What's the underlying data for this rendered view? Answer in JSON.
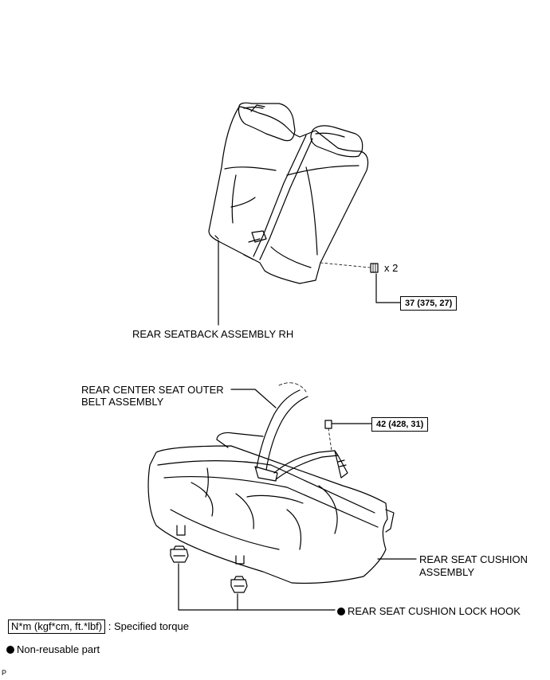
{
  "labels": {
    "rear_seatback": "REAR SEATBACK ASSEMBLY RH",
    "qty_seatback_bolts": "x 2",
    "torque_seatback": "37 (375, 27)",
    "center_belt_line1": "REAR CENTER SEAT OUTER",
    "center_belt_line2": "BELT ASSEMBLY",
    "torque_belt": "42 (428, 31)",
    "cushion_line1": "REAR SEAT CUSHION",
    "cushion_line2": "ASSEMBLY",
    "lock_hook": "REAR SEAT CUSHION LOCK HOOK"
  },
  "legend": {
    "torque_unit": "N*m (kgf*cm, ft.*lbf)",
    "torque_desc": ": Specified torque",
    "non_reusable": "Non-reusable part"
  },
  "corner_mark": "P",
  "colors": {
    "line": "#000000",
    "background": "#ffffff"
  }
}
